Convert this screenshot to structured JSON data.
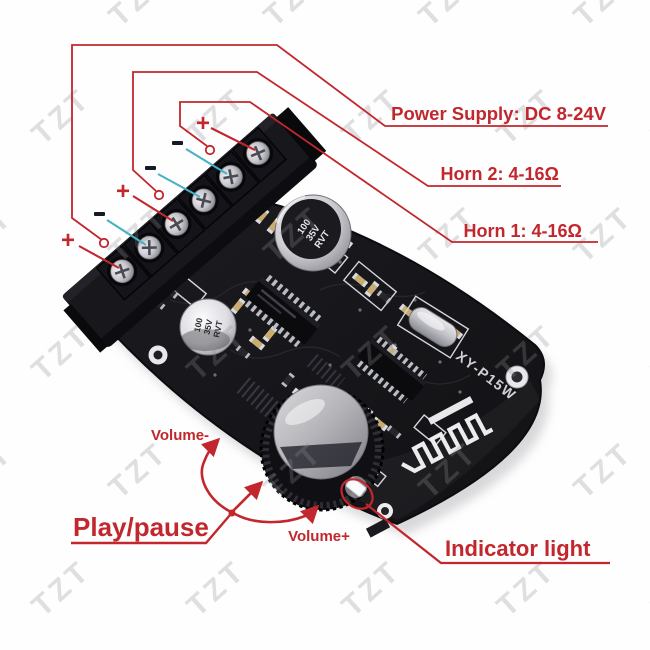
{
  "annotations": {
    "power_supply_label": "Power Supply: DC 8-24V",
    "horn2_label": "Horn 2: 4-16Ω",
    "horn1_label": "Horn 1: 4-16Ω",
    "volume_minus_label": "Volume-",
    "volume_plus_label": "Volume+",
    "play_pause_label": "Play/pause",
    "indicator_label": "Indicator light",
    "plus_symbol": "+",
    "minus_symbol": "-"
  },
  "board": {
    "model_silkscreen": "XY-P15W",
    "capacitor1_label": [
      "100",
      "35V",
      "RVT"
    ],
    "capacitor2_label": [
      "100",
      "35V",
      "RVT"
    ]
  },
  "watermark": {
    "text": "TZT"
  },
  "colors": {
    "annotation_red": "#c1272d",
    "negative_wire_teal": "#45b3c5",
    "minus_symbol_dark": "#161a26",
    "pcb_black": "#17171b",
    "background": "#fefefe"
  }
}
